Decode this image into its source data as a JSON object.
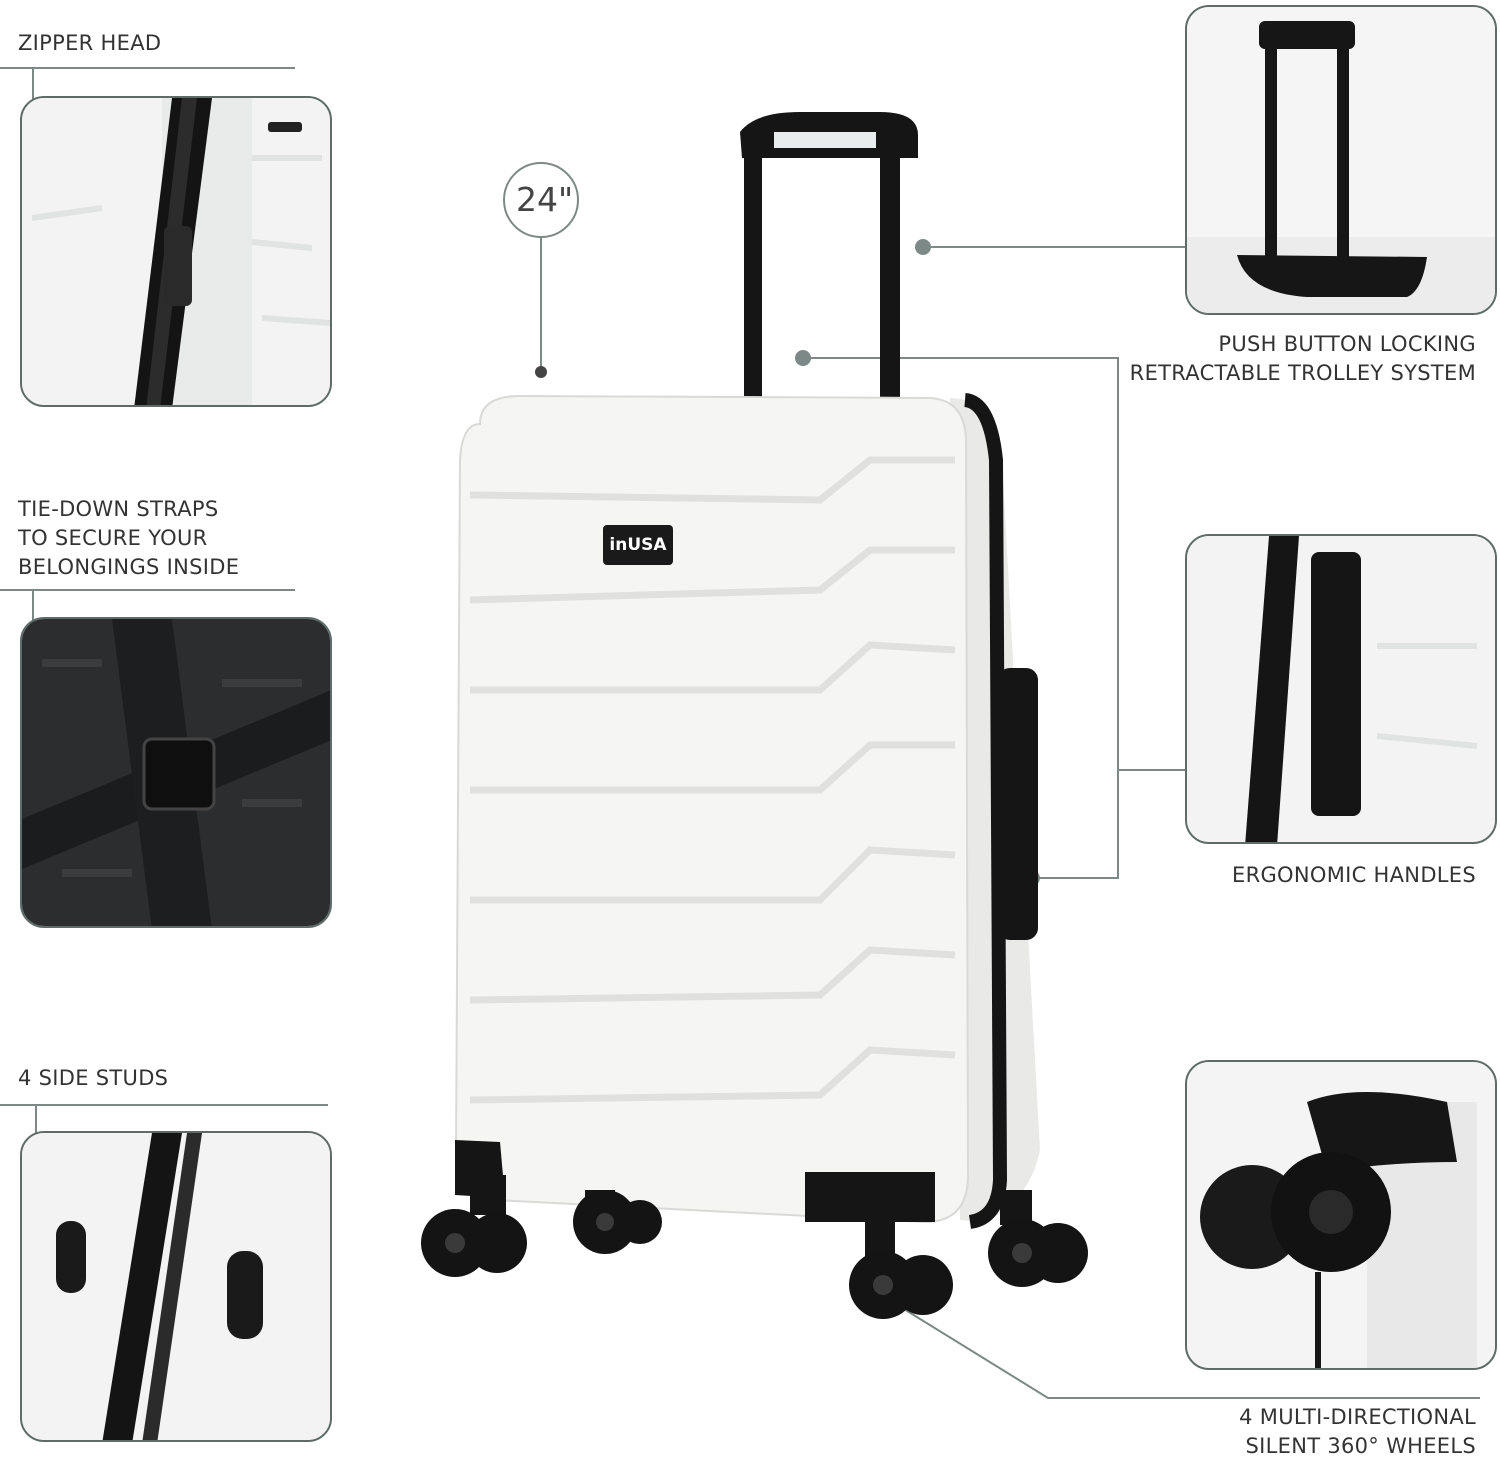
{
  "callouts": {
    "zipper_head": "ZIPPER HEAD",
    "tie_down": [
      "TIE-DOWN STRAPS",
      "TO SECURE YOUR",
      "BELONGINGS INSIDE"
    ],
    "side_studs": "4 SIDE STUDS",
    "trolley": [
      "PUSH BUTTON LOCKING",
      "RETRACTABLE TROLLEY SYSTEM"
    ],
    "handles": "ERGONOMIC HANDLES",
    "wheels": [
      "4 MULTI-DIRECTIONAL",
      "SILENT 360°  WHEELS"
    ]
  },
  "size_badge": "24\"",
  "brand": {
    "logo": "inUSA"
  },
  "colors": {
    "line": "#7d8986",
    "panel_border": "#5f6b68",
    "shell": "#f4f4f2",
    "trim": "#111111"
  }
}
